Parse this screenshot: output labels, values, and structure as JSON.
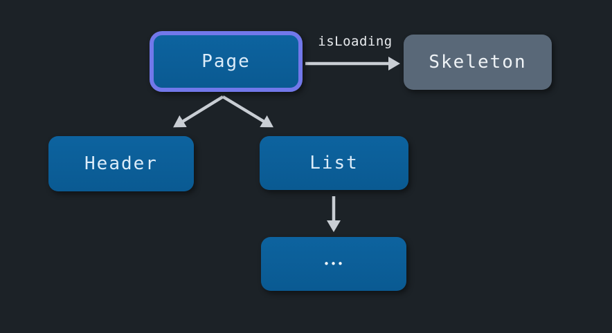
{
  "diagram": {
    "title": "component-tree",
    "background_color": "#1c2227",
    "colors": {
      "node_fill_blue": "#0b5e99",
      "node_fill_gray": "#596878",
      "highlight_border": "#7278ea",
      "node_text_blue": "#dcecf9",
      "node_text_gray": "#eff3f6",
      "arrow": "#c9ced4",
      "edge_label_text": "#e8ebee"
    },
    "nodes": {
      "page": {
        "label": "Page",
        "highlighted": true,
        "fill": "blue"
      },
      "skeleton": {
        "label": "Skeleton",
        "highlighted": false,
        "fill": "gray"
      },
      "header": {
        "label": "Header",
        "highlighted": false,
        "fill": "blue"
      },
      "list": {
        "label": "List",
        "highlighted": false,
        "fill": "blue"
      },
      "ellipsis": {
        "label": "•••",
        "highlighted": false,
        "fill": "blue"
      }
    },
    "edges": {
      "page_to_skeleton": {
        "from": "Page",
        "to": "Skeleton",
        "label": "isLoading"
      },
      "page_to_header": {
        "from": "Page",
        "to": "Header",
        "label": ""
      },
      "page_to_list": {
        "from": "Page",
        "to": "List",
        "label": ""
      },
      "list_to_ellipsis": {
        "from": "List",
        "to": "•••",
        "label": ""
      }
    }
  }
}
